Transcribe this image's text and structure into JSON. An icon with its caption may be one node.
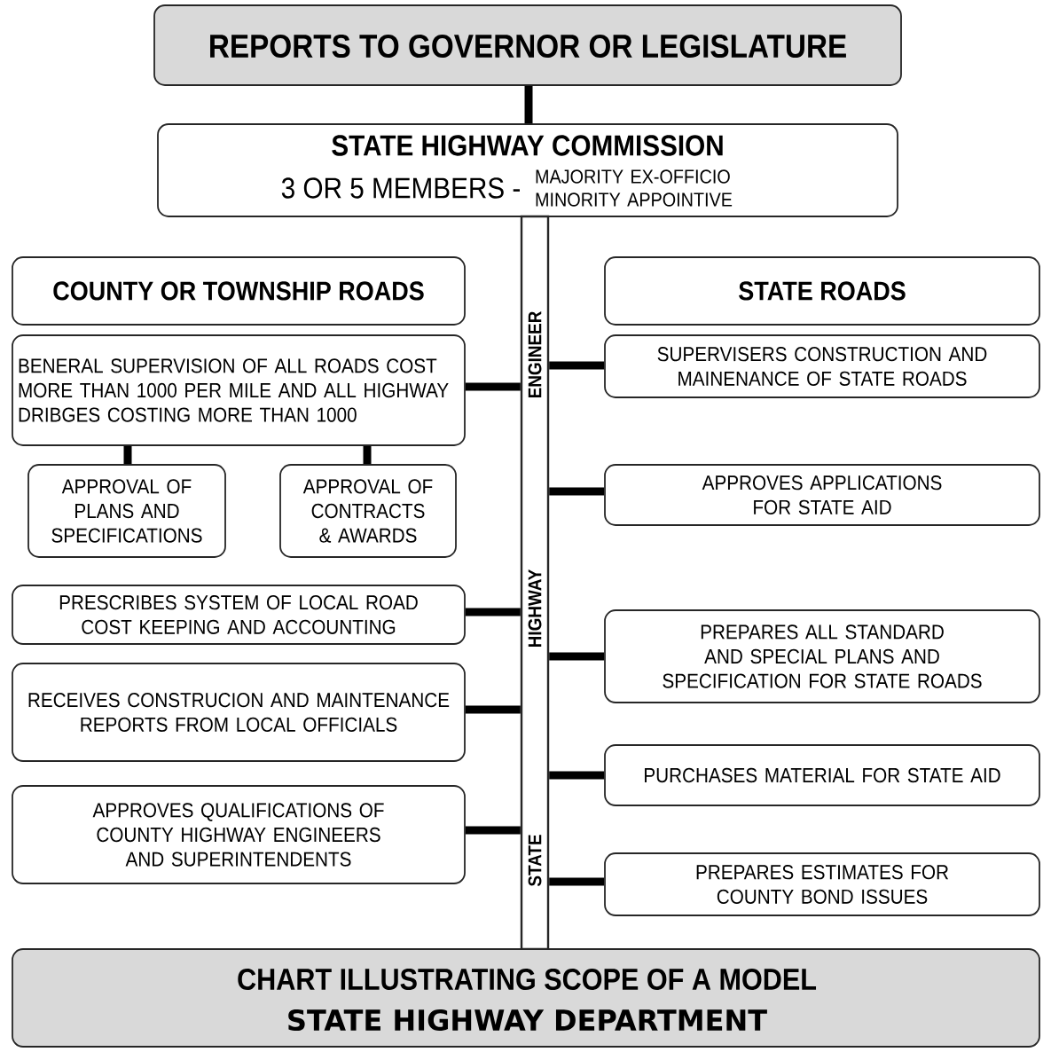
{
  "diagram": {
    "nodes": [
      {
        "text": [
          "REPORTS TO GOVERNOR OR LEGISLATURE"
        ]
      },
      {
        "text": [
          "STATE HIGHWAY COMMISSION",
          "3 OR 5 MEMBERS -",
          "MAJORITY EX-OFFICIO MINORITY APPOINTIVE"
        ]
      },
      {
        "text": [
          "ENGINEER",
          "HIGHWAY",
          "STATE"
        ]
      },
      {
        "text": [
          "COUNTY OR TOWNSHIP ROADS"
        ]
      },
      {
        "text": [
          "BENERAL SUPERVISION OF ALL ROADS COST MORE THAN 1000 PER MILE AND ALL HIGHWAY DRIBGES COSTING MORE THAN 1000"
        ]
      },
      {
        "text": [
          "APPROVAL OF PLANS AND SPECIFICATIONS"
        ]
      },
      {
        "text": [
          "APPROVAL OF CONTRACTS & AWARDS"
        ]
      },
      {
        "text": [
          "PRESCRIBES SYSTEM OF LOCAL ROAD COST KEEPING AND ACCOUNTING"
        ]
      },
      {
        "text": [
          "RECEIVES CONSTRUCION AND MAINTENANCE REPORTS FROM LOCAL OFFICIALS"
        ]
      },
      {
        "text": [
          "APPROVES QUALIFICATIONS OF COUNTY HIGHWAY ENGINEERS AND SUPERINTENDENTS"
        ]
      },
      {
        "text": [
          "STATE ROADS"
        ]
      },
      {
        "text": [
          "SUPERVISERS CONSTRUCTION AND MAINENANCE OF STATE ROADS"
        ]
      },
      {
        "text": [
          "APPROVES APPLICATIONS FOR STATE AID"
        ]
      },
      {
        "text": [
          "PREPARES ALL STANDARD AND SPECIAL PLANS AND SPECIFICATION FOR STATE ROADS"
        ]
      },
      {
        "text": [
          "PURCHASES MATERIAL FOR STATE AID"
        ]
      },
      {
        "text": [
          "PREPARES ESTIMATES FOR COUNTY BOND ISSUES"
        ]
      },
      {
        "text": [
          "CHART ILLUSTRATING SCOPE OF A MODEL",
          "STATE HIGHWAY DEPARTMENT"
        ]
      }
    ],
    "edges": [
      {
        "from": 0,
        "to": 1,
        "arrow": "none"
      },
      {
        "from": 2,
        "to": 4,
        "arrow": "none"
      },
      {
        "from": 4,
        "to": 5,
        "arrow": "none"
      },
      {
        "from": 4,
        "to": 6,
        "arrow": "none"
      },
      {
        "from": 2,
        "to": 7,
        "arrow": "none"
      },
      {
        "from": 2,
        "to": 8,
        "arrow": "none"
      },
      {
        "from": 2,
        "to": 9,
        "arrow": "none"
      },
      {
        "from": 2,
        "to": 11,
        "arrow": "none"
      },
      {
        "from": 2,
        "to": 12,
        "arrow": "none"
      },
      {
        "from": 2,
        "to": 13,
        "arrow": "none"
      },
      {
        "from": 2,
        "to": 14,
        "arrow": "none"
      },
      {
        "from": 2,
        "to": 15,
        "arrow": "none"
      }
    ]
  }
}
